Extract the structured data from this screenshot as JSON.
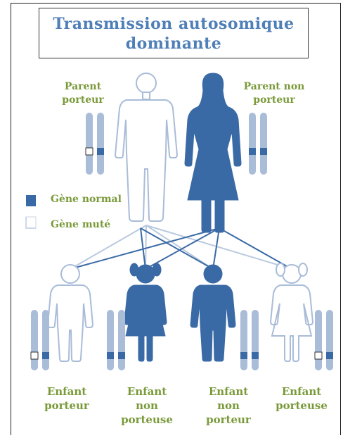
{
  "title": {
    "line1": "Transmission autosomique",
    "line2": "dominante"
  },
  "parents": {
    "left": {
      "label_line1": "Parent",
      "label_line2": "porteur"
    },
    "right": {
      "label_line1": "Parent non",
      "label_line2": "porteur"
    }
  },
  "legend": {
    "normal": "Gène normal",
    "mutated": "Gène muté"
  },
  "children": [
    {
      "lines": [
        "Enfant",
        "porteur"
      ]
    },
    {
      "lines": [
        "Enfant",
        "non",
        "porteuse"
      ]
    },
    {
      "lines": [
        "Enfant",
        "non",
        "porteur"
      ]
    },
    {
      "lines": [
        "Enfant",
        "porteuse"
      ]
    }
  ],
  "colors": {
    "dark_blue": "#3a6aa5",
    "light_blue": "#a9bcd8",
    "title_blue": "#4f7fb8",
    "label_green": "#7a9a3a"
  }
}
